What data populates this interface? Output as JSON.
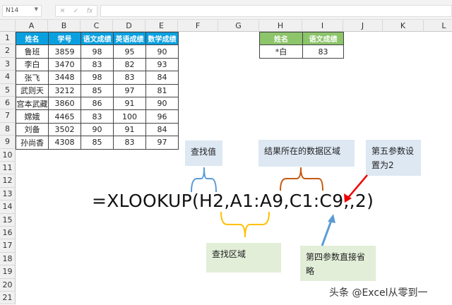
{
  "formula_bar": {
    "name_box": "N14",
    "cancel_icon": "✕",
    "enter_icon": "✓",
    "fx_label": "fx",
    "value": ""
  },
  "columns": [
    "A",
    "B",
    "C",
    "D",
    "E",
    "F",
    "G",
    "H",
    "I",
    "J",
    "K",
    "L"
  ],
  "rows": [
    "1",
    "2",
    "3",
    "4",
    "5",
    "6",
    "7",
    "8",
    "9",
    "10",
    "11",
    "12",
    "13",
    "14",
    "15",
    "16",
    "17",
    "18",
    "19",
    "20",
    "21"
  ],
  "table": {
    "headers": [
      "姓名",
      "学号",
      "语文成绩",
      "英语成绩",
      "数学成绩"
    ],
    "rows": [
      [
        "鲁班",
        "3859",
        "98",
        "95",
        "90"
      ],
      [
        "李白",
        "3470",
        "83",
        "82",
        "93"
      ],
      [
        "张飞",
        "3448",
        "98",
        "83",
        "84"
      ],
      [
        "武则天",
        "3212",
        "85",
        "97",
        "81"
      ],
      [
        "宫本武藏",
        "3860",
        "86",
        "91",
        "90"
      ],
      [
        "嫦娥",
        "4465",
        "83",
        "100",
        "96"
      ],
      [
        "刘备",
        "3502",
        "90",
        "91",
        "84"
      ],
      [
        "孙尚香",
        "4308",
        "85",
        "83",
        "97"
      ]
    ],
    "header_color": "#0aa0e0"
  },
  "lookup": {
    "headers": [
      "姓名",
      "语文成绩"
    ],
    "values": [
      "*白",
      "83"
    ],
    "header_color": "#8cc56a"
  },
  "formula": "=XLOOKUP(H2,A1:A9,C1:C9,,2)",
  "annotations": {
    "lookup_value": "查找值",
    "result_range": "结果所在的数据区域",
    "fifth_param": "第五参数设置为2",
    "lookup_range": "查找区域",
    "fourth_param": "第四参数直接省略"
  },
  "watermark": "头条 @Excel从零到一"
}
